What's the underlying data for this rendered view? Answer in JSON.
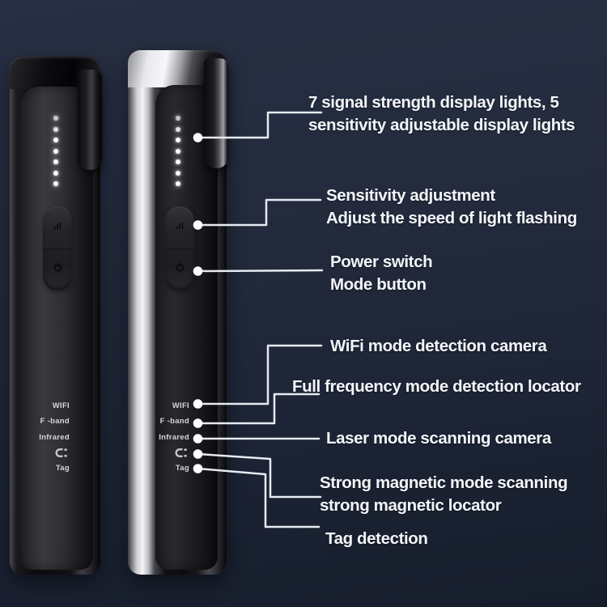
{
  "annotations": {
    "leds": {
      "line1": "7 signal strength display lights, 5",
      "line2": "sensitivity adjustable display lights"
    },
    "sensitivity": {
      "line1": "Sensitivity adjustment",
      "line2": "Adjust the speed of light flashing"
    },
    "power": {
      "line1": "Power switch",
      "line2": "Mode button"
    },
    "wifi": {
      "line1": "WiFi mode detection camera"
    },
    "full_frequency": {
      "line1": "Full frequency mode detection locator"
    },
    "laser": {
      "line1": "Laser mode scanning camera"
    },
    "magnetic": {
      "line1": "Strong magnetic mode scanning",
      "line2": "strong magnetic locator"
    },
    "tag": {
      "line1": "Tag detection"
    }
  },
  "device": {
    "variants": [
      "black",
      "silver-trim"
    ],
    "led_count": 7,
    "labels": {
      "wifi": "WIFI",
      "f_band": "F -band",
      "infrared": "Infrared",
      "tag": "Tag"
    },
    "icons": {
      "sensitivity_button": "signal-bars-icon",
      "power_button": "power-icon",
      "magnet_label": "magnet-icon",
      "indicator": "led-dot"
    }
  },
  "colors": {
    "background": "#222a3c",
    "annotation_text": "#f3f5f8",
    "callout_line": "#e6ebf2",
    "callout_dot": "#ffffff",
    "led": "#ffffff",
    "device_black": "#0c0c10",
    "device_chrome": "#d9dadd",
    "device_label_text": "#d6d7da"
  }
}
